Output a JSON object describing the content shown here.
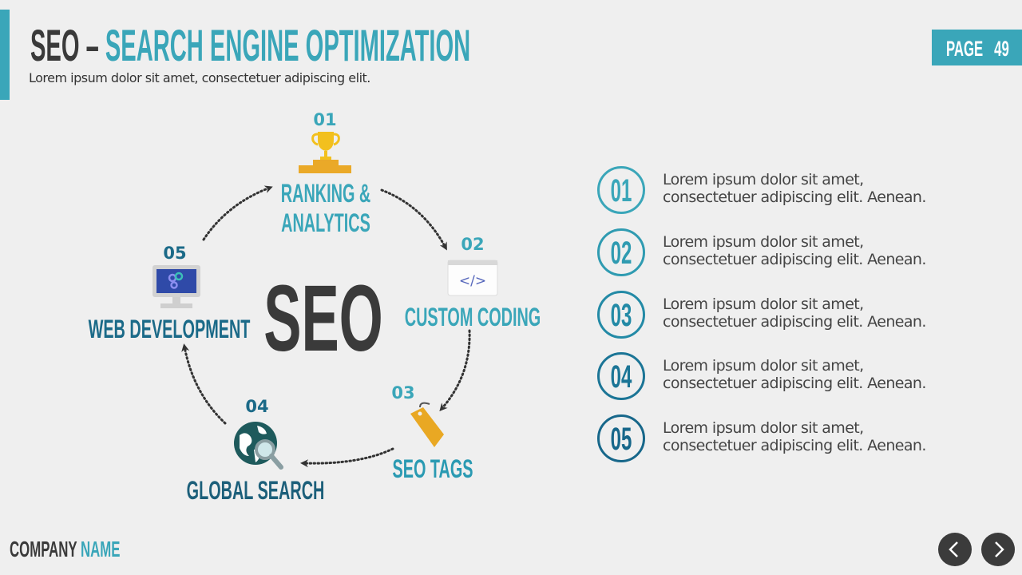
{
  "header": {
    "title_prefix": "SEO –",
    "title_main": "SEARCH ENGINE OPTIMIZATION",
    "subtitle": "Lorem ipsum dolor sit amet, consectetuer adipiscing elit.",
    "page_label": "PAGE",
    "page_number": "49"
  },
  "diagram": {
    "center": "SEO",
    "steps": [
      {
        "number": "01",
        "label_line1": "RANKING &",
        "label_line2": "ANALYTICS",
        "icon": "trophy-icon"
      },
      {
        "number": "02",
        "label": "CUSTOM CODING",
        "icon": "code-window-icon"
      },
      {
        "number": "03",
        "label": "SEO TAGS",
        "icon": "tag-icon"
      },
      {
        "number": "04",
        "label": "GLOBAL SEARCH",
        "icon": "globe-search-icon"
      },
      {
        "number": "05",
        "label": "WEB DEVELOPMENT",
        "icon": "monitor-gears-icon"
      }
    ]
  },
  "list": [
    {
      "number": "01",
      "line1": "Lorem ipsum dolor sit amet,",
      "line2": "consectetuer adipiscing elit. Aenean.",
      "color": "#3aa6b9"
    },
    {
      "number": "02",
      "line1": "Lorem ipsum dolor sit amet,",
      "line2": "consectetuer adipiscing elit. Aenean.",
      "color": "#2f9bb1"
    },
    {
      "number": "03",
      "line1": "Lorem ipsum dolor sit amet,",
      "line2": "consectetuer adipiscing elit. Aenean.",
      "color": "#238aa6"
    },
    {
      "number": "04",
      "line1": "Lorem ipsum dolor sit amet,",
      "line2": "consectetuer adipiscing elit. Aenean.",
      "color": "#1b7596"
    },
    {
      "number": "05",
      "line1": "Lorem ipsum dolor sit amet,",
      "line2": "consectetuer adipiscing elit. Aenean.",
      "color": "#17678a"
    }
  ],
  "footer": {
    "company": "COMPANY",
    "name": "NAME"
  },
  "colors": {
    "accent": "#3aa6b9",
    "dark": "#3a3a3a",
    "dark_teal": "#1b6a88"
  }
}
